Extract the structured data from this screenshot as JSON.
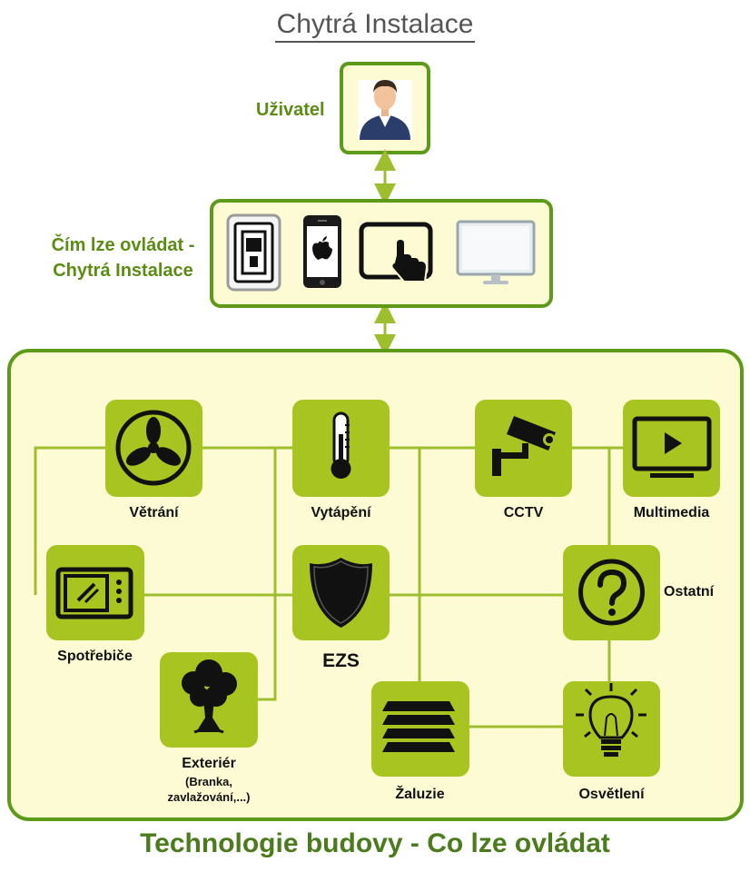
{
  "title": "Chytrá Instalace",
  "user": {
    "label": "Uživatel",
    "icon": "user-avatar-icon"
  },
  "control": {
    "label_line1": "Čím lze ovládat -",
    "label_line2": "Chytrá Instalace",
    "devices": [
      {
        "icon": "wall-switch-icon"
      },
      {
        "icon": "smartphone-apple-icon"
      },
      {
        "icon": "tablet-touch-icon"
      },
      {
        "icon": "monitor-icon"
      }
    ]
  },
  "technologies": {
    "ventilation": "Větrání",
    "heating": "Vytápění",
    "cctv": "CCTV",
    "multimedia": "Multimedia",
    "appliances": "Spotřebiče",
    "security": "EZS",
    "other": "Ostatní",
    "exterior": "Exteriér",
    "exterior_sub1": "(Branka,",
    "exterior_sub2": "zavlažování,...)",
    "blinds": "Žaluzie",
    "lighting": "Osvětlení"
  },
  "bottom_title": "Technologie budovy - Co lze ovládat",
  "colors": {
    "panel_fill": "#fdfbd4",
    "panel_border": "#5e9a1a",
    "tile_fill": "#a8c421",
    "line": "#9ebd2f",
    "title_green": "#4b7b1d"
  }
}
